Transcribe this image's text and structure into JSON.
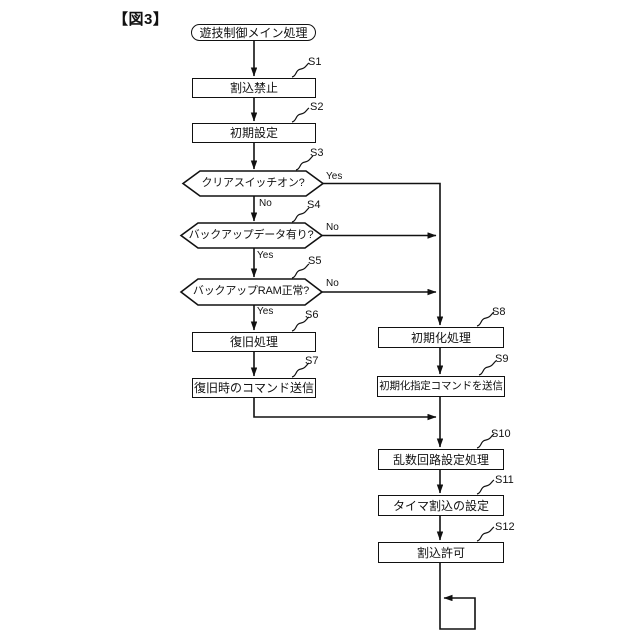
{
  "figure": {
    "title": "【図3】"
  },
  "colors": {
    "line": "#111111",
    "background": "#ffffff"
  },
  "nodes": {
    "start": {
      "type": "terminal",
      "label": "遊技制御メイン処理"
    },
    "s1": {
      "step": "S1",
      "type": "process",
      "label": "割込禁止"
    },
    "s2": {
      "step": "S2",
      "type": "process",
      "label": "初期設定"
    },
    "s3": {
      "step": "S3",
      "type": "decision",
      "label": "クリアスイッチオン?"
    },
    "s4": {
      "step": "S4",
      "type": "decision",
      "label": "バックアップデータ有り?"
    },
    "s5": {
      "step": "S5",
      "type": "decision",
      "label": "バックアップRAM正常?"
    },
    "s6": {
      "step": "S6",
      "type": "process",
      "label": "復旧処理"
    },
    "s7": {
      "step": "S7",
      "type": "process",
      "label": "復旧時のコマンド送信"
    },
    "s8": {
      "step": "S8",
      "type": "process",
      "label": "初期化処理"
    },
    "s9": {
      "step": "S9",
      "type": "process",
      "label": "初期化指定コマンドを送信"
    },
    "s10": {
      "step": "S10",
      "type": "process",
      "label": "乱数回路設定処理"
    },
    "s11": {
      "step": "S11",
      "type": "process",
      "label": "タイマ割込の設定"
    },
    "s12": {
      "step": "S12",
      "type": "process",
      "label": "割込許可"
    }
  },
  "branches": {
    "s3": {
      "right": "Yes",
      "down": "No"
    },
    "s4": {
      "right": "No",
      "down": "Yes"
    },
    "s5": {
      "right": "No",
      "down": "Yes"
    }
  }
}
